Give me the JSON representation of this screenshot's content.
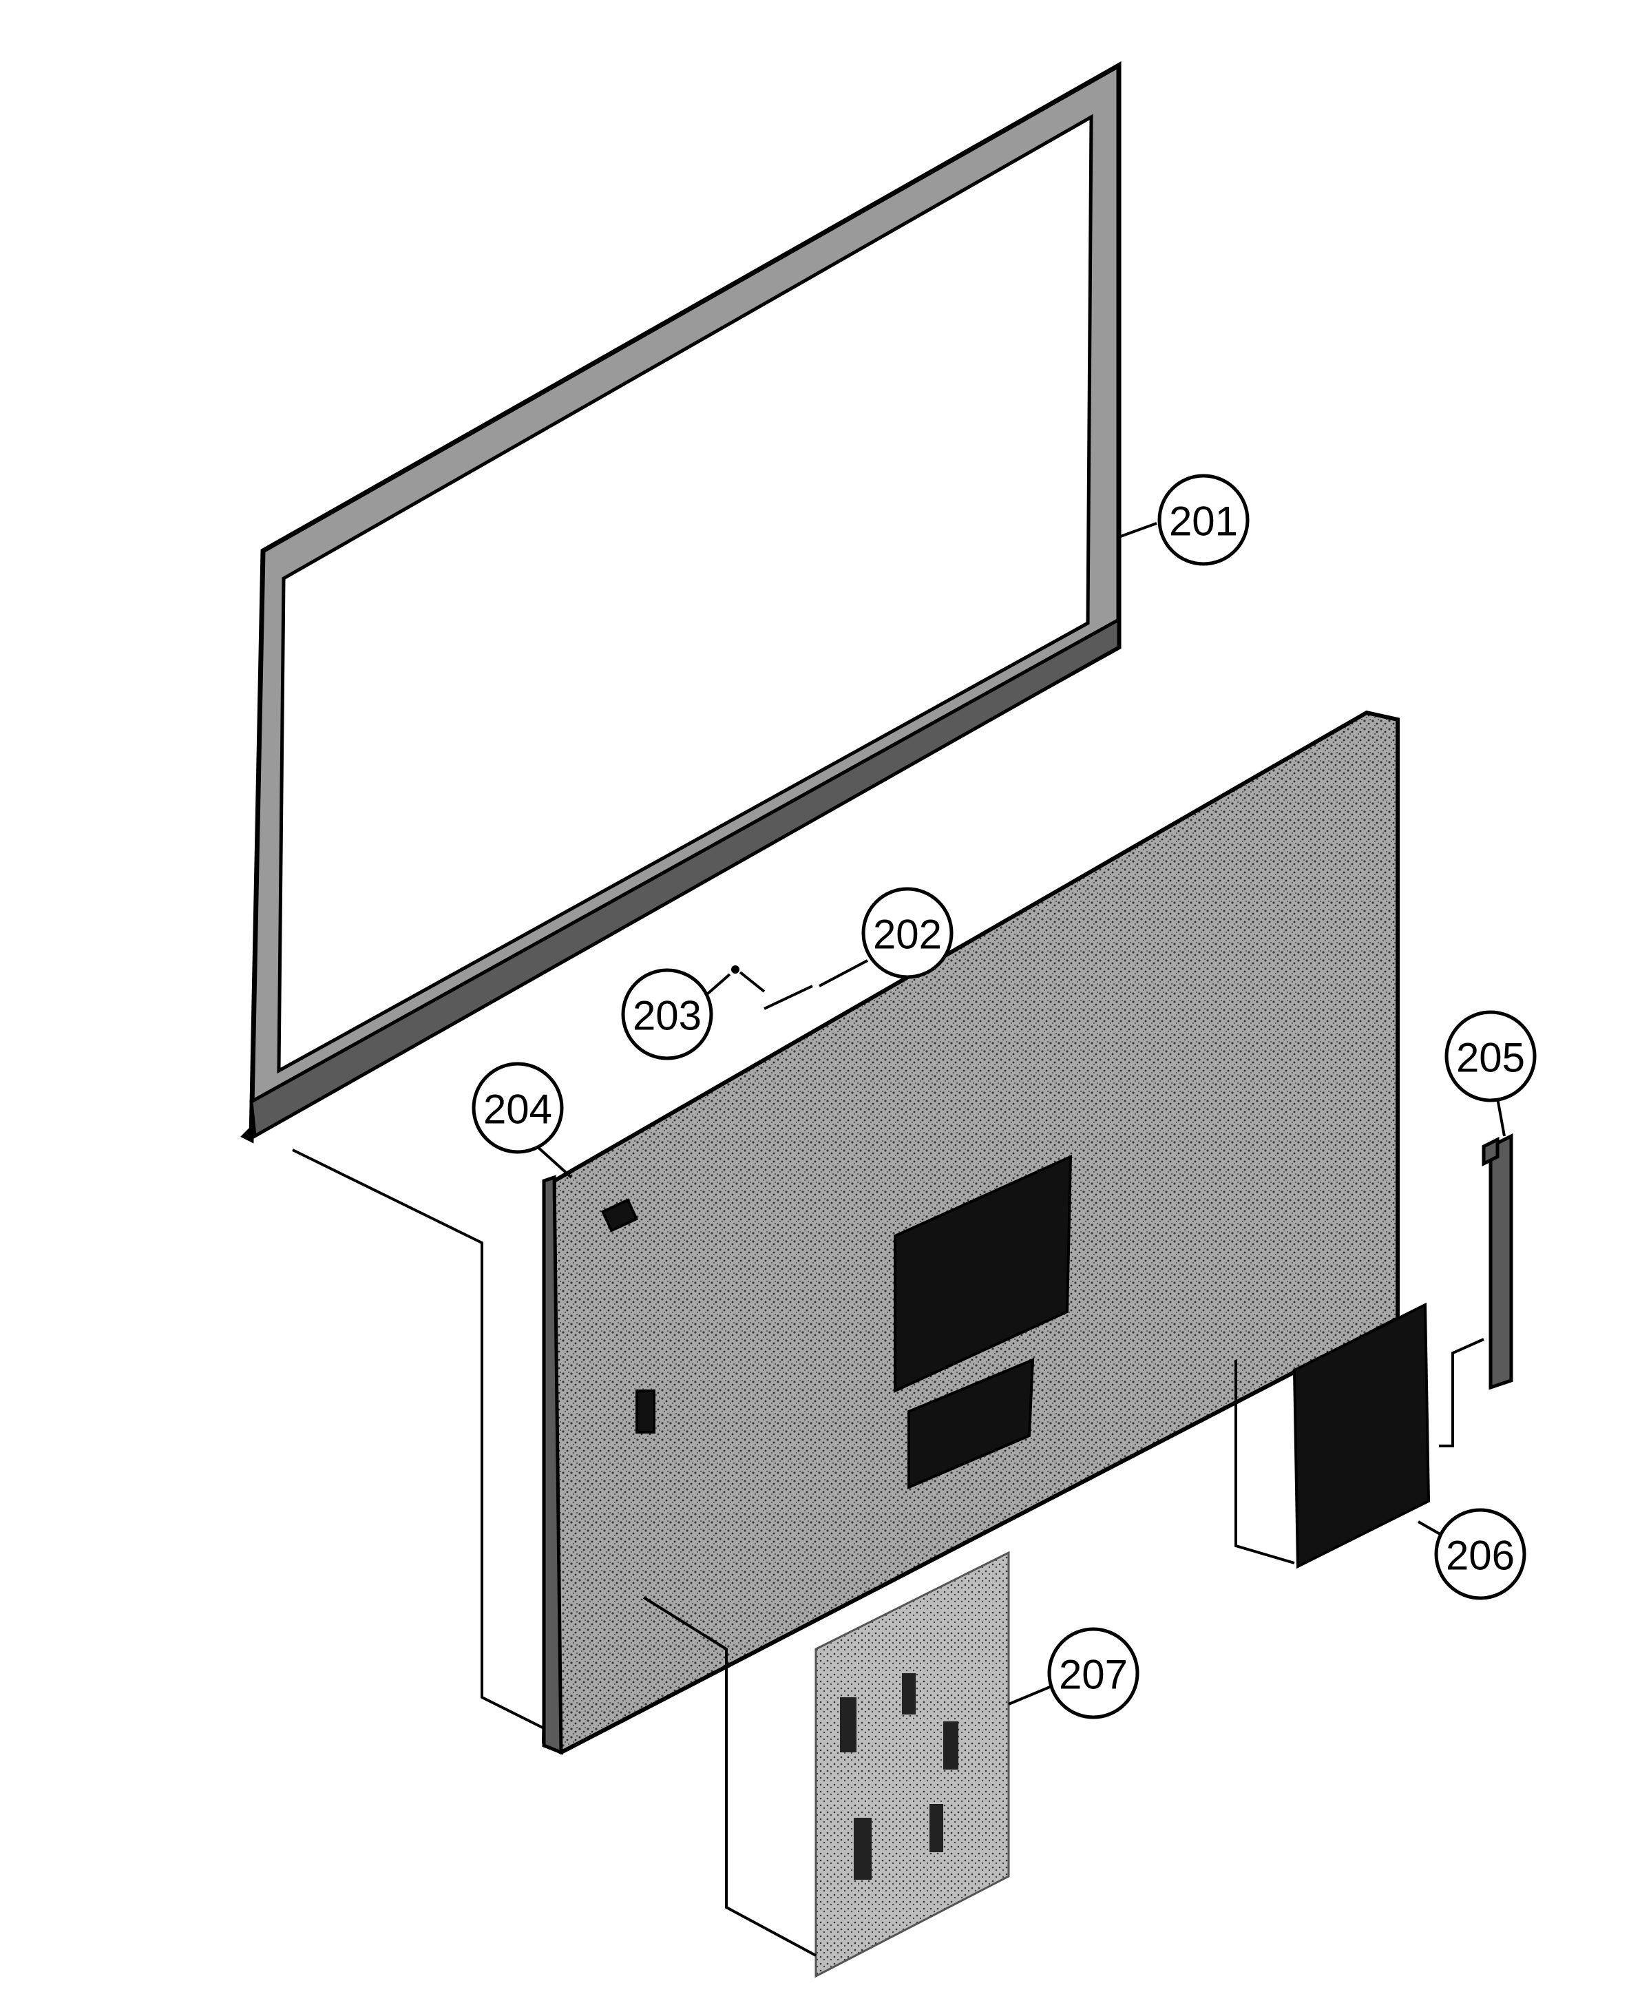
{
  "diagram": {
    "colors": {
      "line": "#000000",
      "stipple": "#9a9a9a",
      "background": "#ffffff"
    },
    "callouts": [
      {
        "id": "201",
        "label": "201"
      },
      {
        "id": "202",
        "label": "202"
      },
      {
        "id": "203",
        "label": "203"
      },
      {
        "id": "204",
        "label": "204"
      },
      {
        "id": "205",
        "label": "205"
      },
      {
        "id": "206",
        "label": "206"
      },
      {
        "id": "207",
        "label": "207"
      }
    ]
  }
}
